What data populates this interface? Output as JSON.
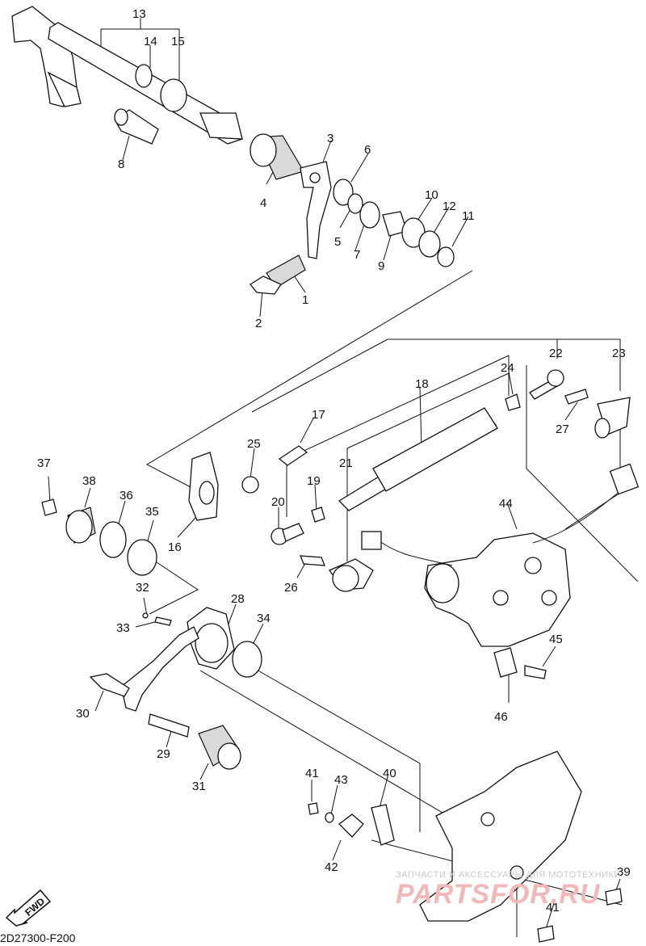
{
  "diagram": {
    "part_labels": [
      "1",
      "2",
      "3",
      "4",
      "5",
      "6",
      "7",
      "8",
      "9",
      "10",
      "11",
      "12",
      "13",
      "14",
      "15",
      "16",
      "17",
      "18",
      "19",
      "20",
      "21",
      "22",
      "23",
      "24",
      "25",
      "26",
      "27",
      "28",
      "29",
      "30",
      "31",
      "32",
      "33",
      "34",
      "35",
      "36",
      "37",
      "38",
      "39",
      "40",
      "41",
      "41",
      "42",
      "43",
      "44",
      "45",
      "46"
    ],
    "drawing_code": "2D27300-F200",
    "fwd_label": "FWD"
  },
  "watermark": {
    "tagline": "ЗАПЧАСТИ И АКСЕССУАРЫ ДЛЯ МОТОТЕХНИКИ",
    "brand": "PARTSFOR.RU"
  }
}
